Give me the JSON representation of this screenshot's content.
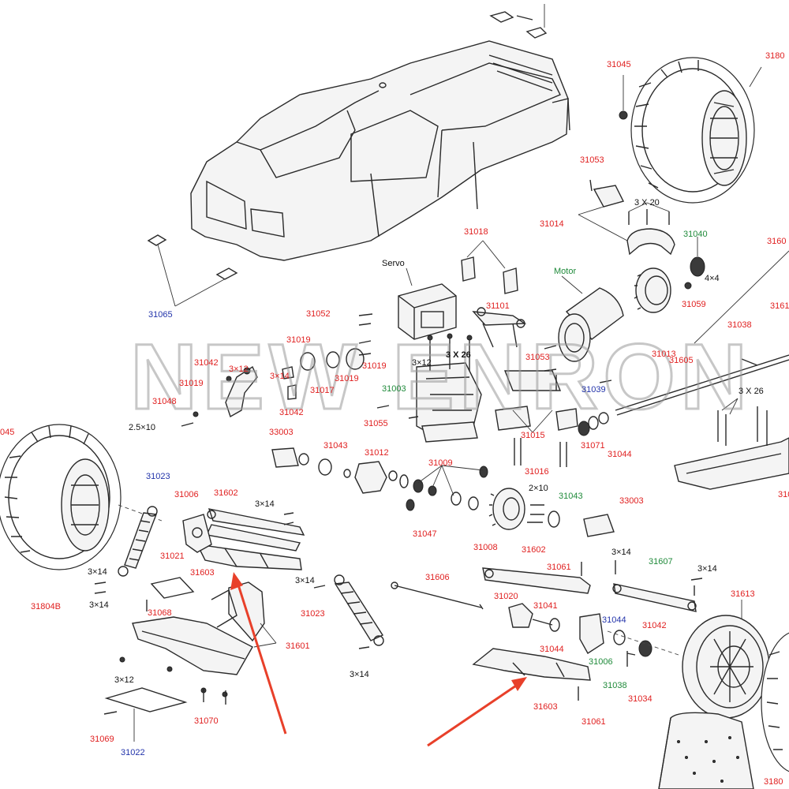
{
  "colors": {
    "red": "#e02020",
    "green": "#1f8a3a",
    "blue": "#2233aa",
    "black": "#111111",
    "line": "#2a2a2a",
    "arrow": "#e8402a",
    "watermark": "#9a9a9a"
  },
  "watermark": "NEW ENRON",
  "labels": {
    "servo": "Servo",
    "motor": "Motor",
    "3x12_a": "3×12",
    "3x14_a": "3×14",
    "3x12_b": "3×12",
    "3x26_a": "3 X 26",
    "3x20": "3 X 20",
    "4x4": "4×4",
    "2_5x10": "2.5×10",
    "3x14_b": "3×14",
    "3x14_c": "3×14",
    "3x14_d": "3×14",
    "3x14_e": "3×14",
    "3x14_f": "3×14",
    "3x14_g": "3×14",
    "3x14_h": "3×14",
    "3x12_c": "3×12",
    "2x10": "2×10",
    "3x26_b": "3 X 26",
    "p31065": "31065",
    "p31045_a": "31045",
    "p31804_a": "3180",
    "p31053_a": "31053",
    "p31014": "31014",
    "p31040": "31040",
    "p31059": "31059",
    "p31013": "31013",
    "p31018": "31018",
    "p31101": "31101",
    "p31052": "31052",
    "p31019_a": "31019",
    "p31019_b": "31019",
    "p31019_c": "31019",
    "p31019_d": "31019",
    "p31042_a": "31042",
    "p31042_b": "31042",
    "p31017": "31017",
    "p31048": "31048",
    "p31003": "31003",
    "p31055": "31055",
    "p31053_b": "31053",
    "p31039": "31039",
    "p31015": "31015",
    "p31071": "31071",
    "p31044_a": "31044",
    "p31038_a": "31038",
    "p31605": "31605",
    "p3160x": "3160",
    "p3161x": "3161",
    "p3100x": "3100",
    "p33003_a": "33003",
    "p31043_a": "31043",
    "p31012": "31012",
    "p31009": "31009",
    "p31016": "31016",
    "p31047": "31047",
    "p31008_a": "31008",
    "p31043_b": "31043",
    "p33003_b": "33003",
    "p31045_b": "045",
    "p31023_a": "31023",
    "p31006_a": "31006",
    "p31602_a": "31602",
    "p31021": "31021",
    "p31603_a": "31603",
    "p31804B": "31804B",
    "p31068": "31068",
    "p31023_b": "31023",
    "p31601": "31601",
    "p31070": "31070",
    "p31069": "31069",
    "p31022": "31022",
    "p31602_b": "31602",
    "p31061_a": "31061",
    "p31607": "31607",
    "p31606": "31606",
    "p31020": "31020",
    "p31041": "31041",
    "p31044_b": "31044",
    "p31613": "31613",
    "p31042_c": "31042",
    "p31044_c": "31044",
    "p31006_b": "31006",
    "p31038_b": "31038",
    "p31034": "31034",
    "p31603_b": "31603",
    "p31061_b": "31061",
    "p3180x": "3180"
  }
}
